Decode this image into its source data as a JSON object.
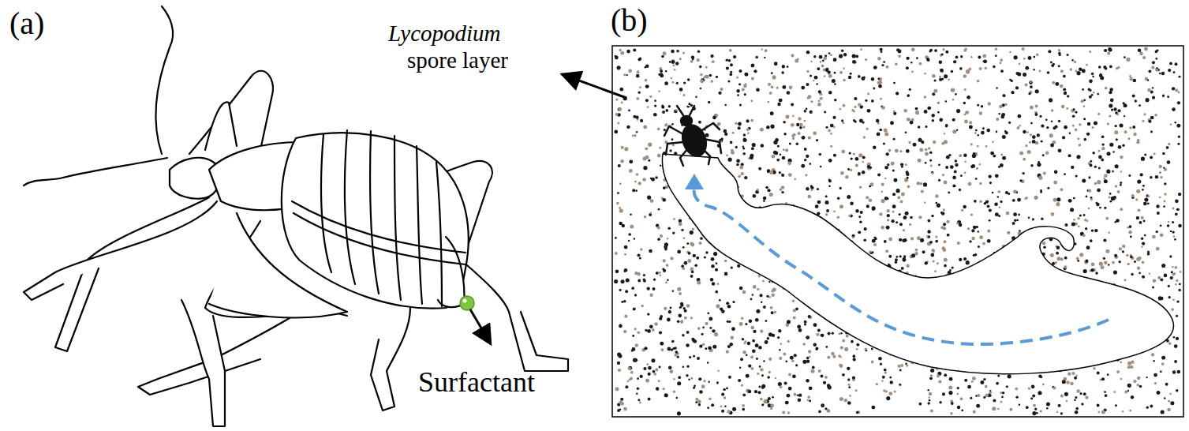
{
  "diagram": {
    "labels": [
      "(a)",
      "(b)",
      "Lycopodium",
      "spore layer",
      "Surfactant"
    ]
  }
}
